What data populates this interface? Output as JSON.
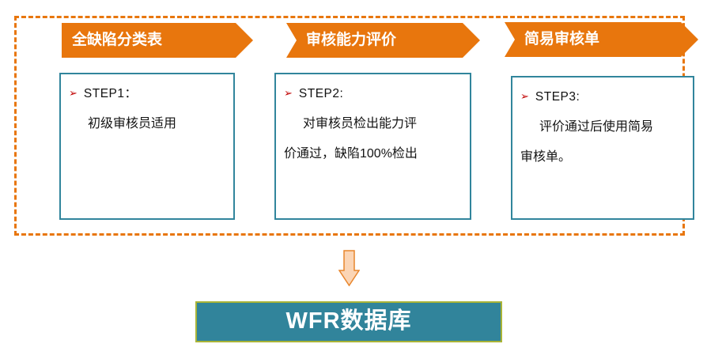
{
  "columns": [
    {
      "banner": "全缺陷分类表",
      "step": "STEP1：",
      "line_indented": "初级审核员适用",
      "line_flush": ""
    },
    {
      "banner": "审核能力评价",
      "step": "STEP2:",
      "line_indented": "对审核员检出能力评",
      "line_flush": "价通过，缺陷100%检出"
    },
    {
      "banner": "简易审核单",
      "step": "STEP3:",
      "line_indented": "评价通过后使用简易",
      "line_flush": "审核单。"
    }
  ],
  "bullet_glyph": "➢",
  "result_box": {
    "label": "WFR数据库"
  },
  "colors": {
    "banner_orange": "#E8760D",
    "frame_orange": "#E8760D",
    "box_border_teal": "#31859C",
    "bullet_red": "#C00000",
    "arrow_fill": "#FBD5B5",
    "arrow_stroke": "#E8862D",
    "result_fill": "#31849B",
    "result_border": "#A9B437"
  }
}
